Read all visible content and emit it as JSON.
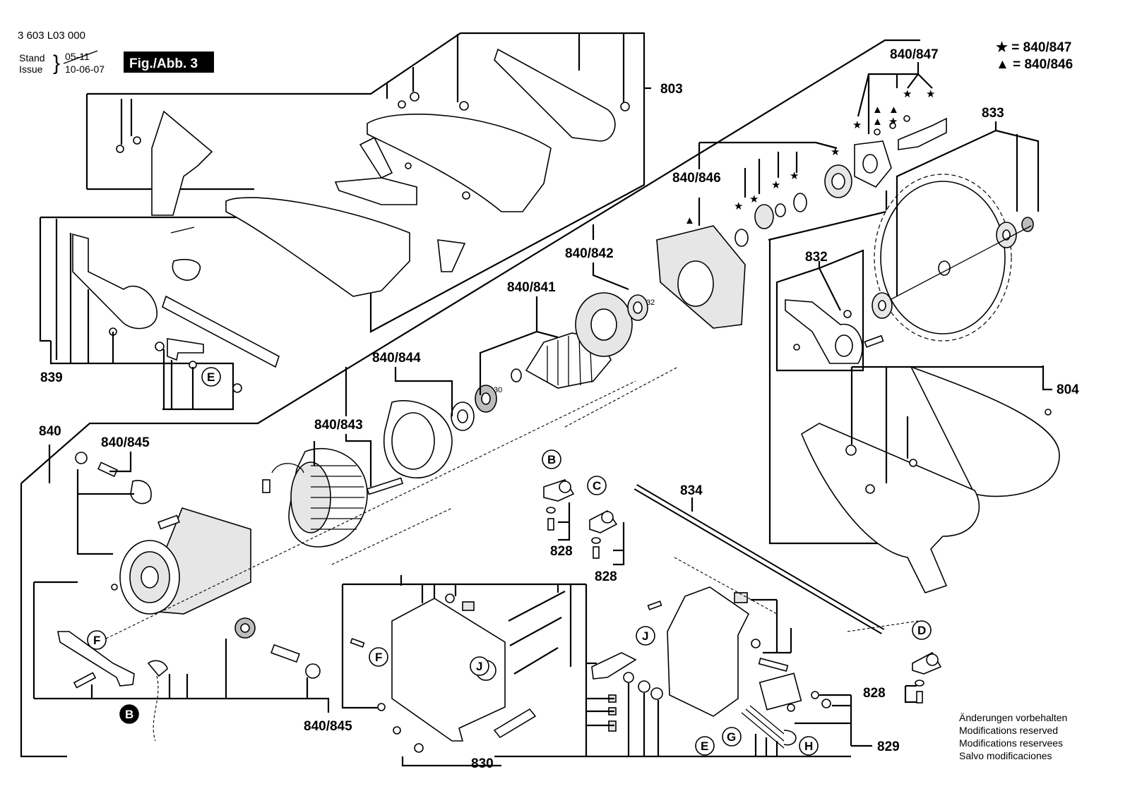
{
  "header": {
    "doc_number": "3 603 L03 000",
    "stand_label": "Stand",
    "issue_label": "Issue",
    "stand_old": "05-11",
    "issue_date": "10-06-07",
    "figure_label": "Fig./Abb. 3"
  },
  "legend": {
    "star": "★ = 840/847",
    "triangle": "▲ = 840/846"
  },
  "callouts": {
    "c803": "803",
    "c804": "804",
    "c828a": "828",
    "c828b": "828",
    "c828c": "828",
    "c829": "829",
    "c830": "830",
    "c832": "832",
    "c833": "833",
    "c834": "834",
    "c839": "839",
    "c840": "840",
    "c840_841": "840/841",
    "c840_842": "840/842",
    "c840_843": "840/843",
    "c840_844": "840/844",
    "c840_845a": "840/845",
    "c840_845b": "840/845",
    "c840_846": "840/846",
    "c840_847": "840/847"
  },
  "letters": {
    "b1": "B",
    "b2": "B",
    "c": "C",
    "d": "D",
    "e1": "E",
    "e2": "E",
    "f1": "F",
    "f2": "F",
    "g": "G",
    "h": "H",
    "j1": "J",
    "j2": "J"
  },
  "dimension_labels": {
    "d32": "32",
    "d30": "30"
  },
  "notes": {
    "line1": "Änderungen vorbehalten",
    "line2": "Modifications reserved",
    "line3": "Modifications reservees",
    "line4": "Salvo modificaciones"
  }
}
